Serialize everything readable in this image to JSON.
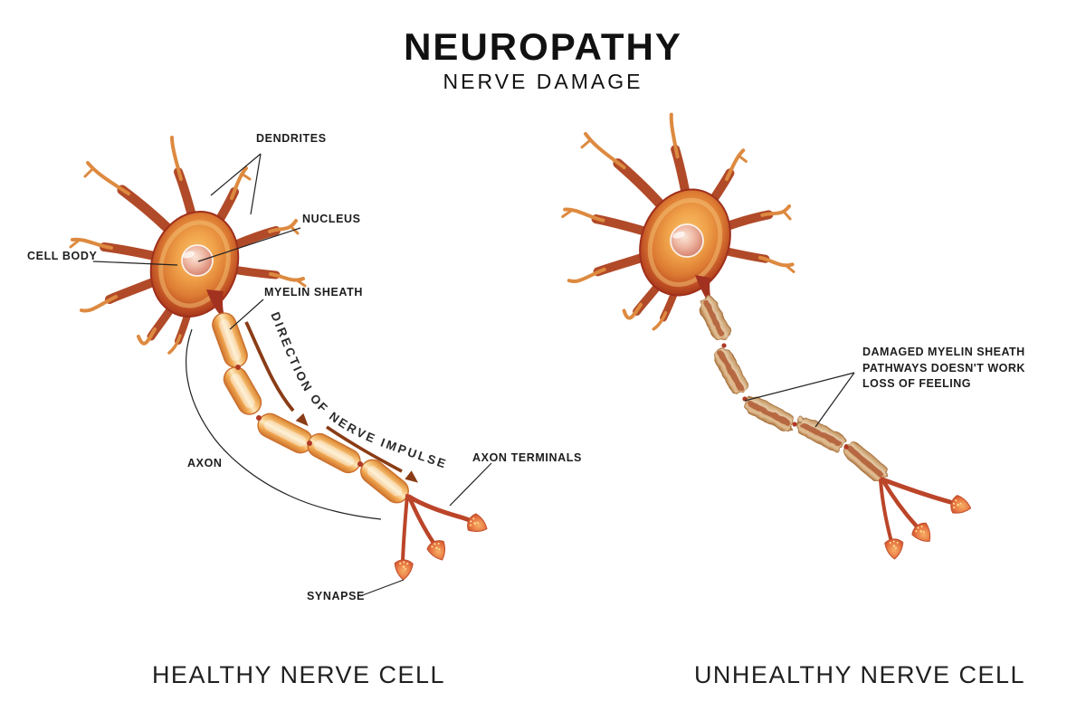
{
  "header": {
    "title": "NEUROPATHY",
    "subtitle": "NERVE DAMAGE"
  },
  "healthy_cell": {
    "caption": "HEALTHY NERVE CELL",
    "labels": {
      "dendrites": "DENDRITES",
      "nucleus": "NUCLEUS",
      "cell_body": "CELL BODY",
      "myelin_sheath": "MYELIN SHEATH",
      "axon": "AXON",
      "axon_terminals": "AXON TERMINALS",
      "synapse": "SYNAPSE",
      "impulse_direction": "DIRECTION OF NERVE IMPULSE"
    }
  },
  "unhealthy_cell": {
    "caption": "UNHEALTHY NERVE CELL",
    "damage_note": [
      "DAMAGED MYELIN SHEATH",
      "PATHWAYS DOESN'T WORK",
      "LOSS OF FEELING"
    ]
  },
  "colors": {
    "title_text": "#111111",
    "label_text": "#1d1d1d",
    "leader_line": "#222222",
    "soma_center": "#f2a94e",
    "soma_rim": "#a12f1c",
    "nucleus": "#efb5a0",
    "dendrite_base": "#b14a28",
    "dendrite_tip": "#dd8a40",
    "myelin_light": "#fce9c0",
    "myelin_mid": "#f0a64e",
    "myelin_edge": "#cf7430",
    "damaged_light": "#e3c8a4",
    "damaged_mid": "#cfa379",
    "damaged_stripe": "#b05a36",
    "impulse_arrow": "#8a3c16",
    "terminal": "#bb4529",
    "synapse_dots": "#ffd98a"
  }
}
